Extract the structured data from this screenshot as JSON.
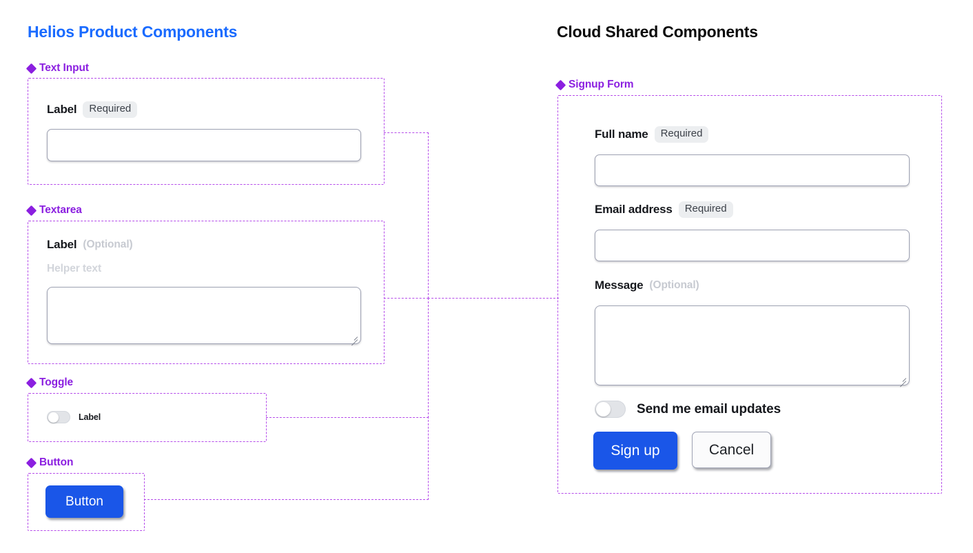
{
  "panels": {
    "left": {
      "title": "Helios Product Components",
      "title_color": "#1a6bff",
      "groups": [
        {
          "name": "Text Input",
          "icon": "diamond-icon"
        },
        {
          "name": "Textarea",
          "icon": "diamond-icon"
        },
        {
          "name": "Toggle",
          "icon": "diamond-icon"
        },
        {
          "name": "Button",
          "icon": "diamond-icon"
        }
      ]
    },
    "right": {
      "title": "Cloud Shared Components",
      "title_color": "#0a0a0a",
      "groups": [
        {
          "name": "Signup Form",
          "icon": "diamond-icon"
        }
      ]
    }
  },
  "text_input": {
    "label": "Label",
    "badge": "Required"
  },
  "textarea": {
    "label": "Label",
    "badge": "(Optional)",
    "helper": "Helper text"
  },
  "toggle": {
    "label": "Label",
    "state": "off"
  },
  "button": {
    "label": "Button"
  },
  "signup_form": {
    "fields": [
      {
        "label": "Full name",
        "badge": "Required",
        "badge_kind": "required"
      },
      {
        "label": "Email address",
        "badge": "Required",
        "badge_kind": "required"
      },
      {
        "label": "Message",
        "badge": "(Optional)",
        "badge_kind": "optional"
      }
    ],
    "toggle": {
      "label": "Send me email updates",
      "state": "off"
    },
    "actions": {
      "primary": "Sign up",
      "secondary": "Cancel"
    }
  },
  "colors": {
    "accent_blue": "#1a56e8",
    "link_blue": "#1a6bff",
    "frame_purple": "#b54bea",
    "label_purple": "#8b1fe0",
    "badge_bg": "#eceef0",
    "muted_text": "#c7cad1"
  }
}
